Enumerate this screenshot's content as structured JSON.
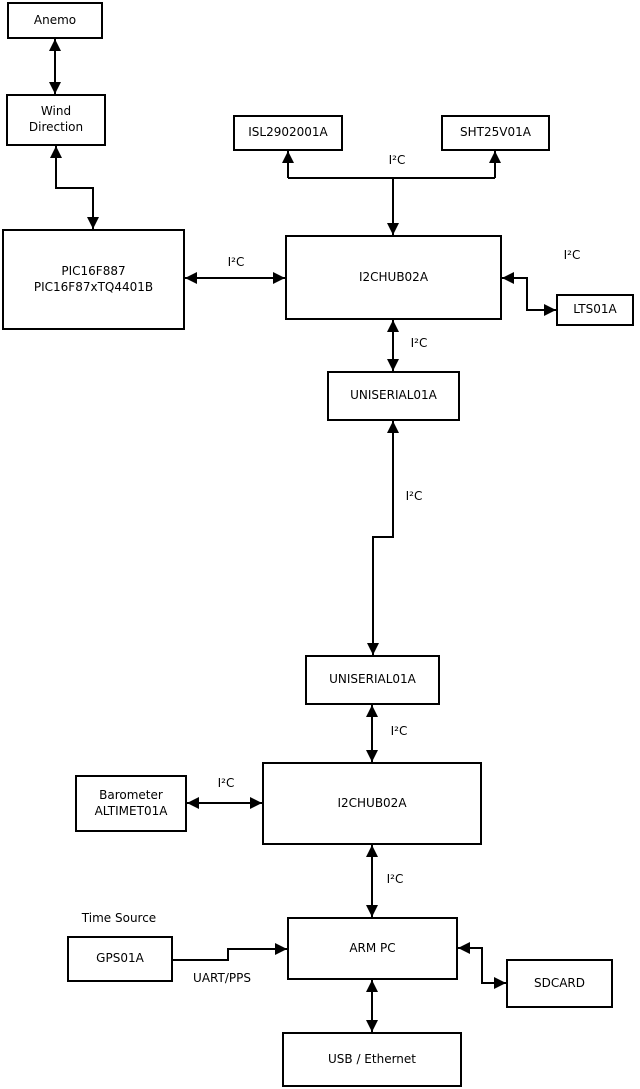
{
  "diagram": {
    "colors": {
      "line": "#000000",
      "background": "#ffffff",
      "text": "#000000"
    },
    "nodes": {
      "anemo": {
        "label": "Anemo"
      },
      "wind": {
        "line1": "Wind",
        "line2": "Direction"
      },
      "pic": {
        "line1": "PIC16F887",
        "line2": "PIC16F87xTQ4401B"
      },
      "isl": {
        "label": "ISL2902001A"
      },
      "sht": {
        "label": "SHT25V01A"
      },
      "hub1": {
        "label": "I2CHUB02A"
      },
      "lts": {
        "label": "LTS01A"
      },
      "uniserial1": {
        "label": "UNISERIAL01A"
      },
      "uniserial2": {
        "label": "UNISERIAL01A"
      },
      "hub2": {
        "label": "I2CHUB02A"
      },
      "barometer": {
        "line1": "Barometer",
        "line2": "ALTIMET01A"
      },
      "gps": {
        "label": "GPS01A"
      },
      "armpc": {
        "label": "ARM PC"
      },
      "sdcard": {
        "label": "SDCARD"
      },
      "usbeth": {
        "label": "USB / Ethernet"
      }
    },
    "labels": {
      "i2c_pic_hub1": "I²C",
      "i2c_isl_sht": "I²C",
      "i2c_hub1_lts": "I²C",
      "i2c_hub1_uni1": "I²C",
      "i2c_long_link": "I²C",
      "i2c_uni2_hub2": "I²C",
      "i2c_baro_hub2": "I²C",
      "i2c_hub2_armpc": "I²C",
      "time_source": "Time Source",
      "uart_pps": "UART/PPS"
    }
  }
}
